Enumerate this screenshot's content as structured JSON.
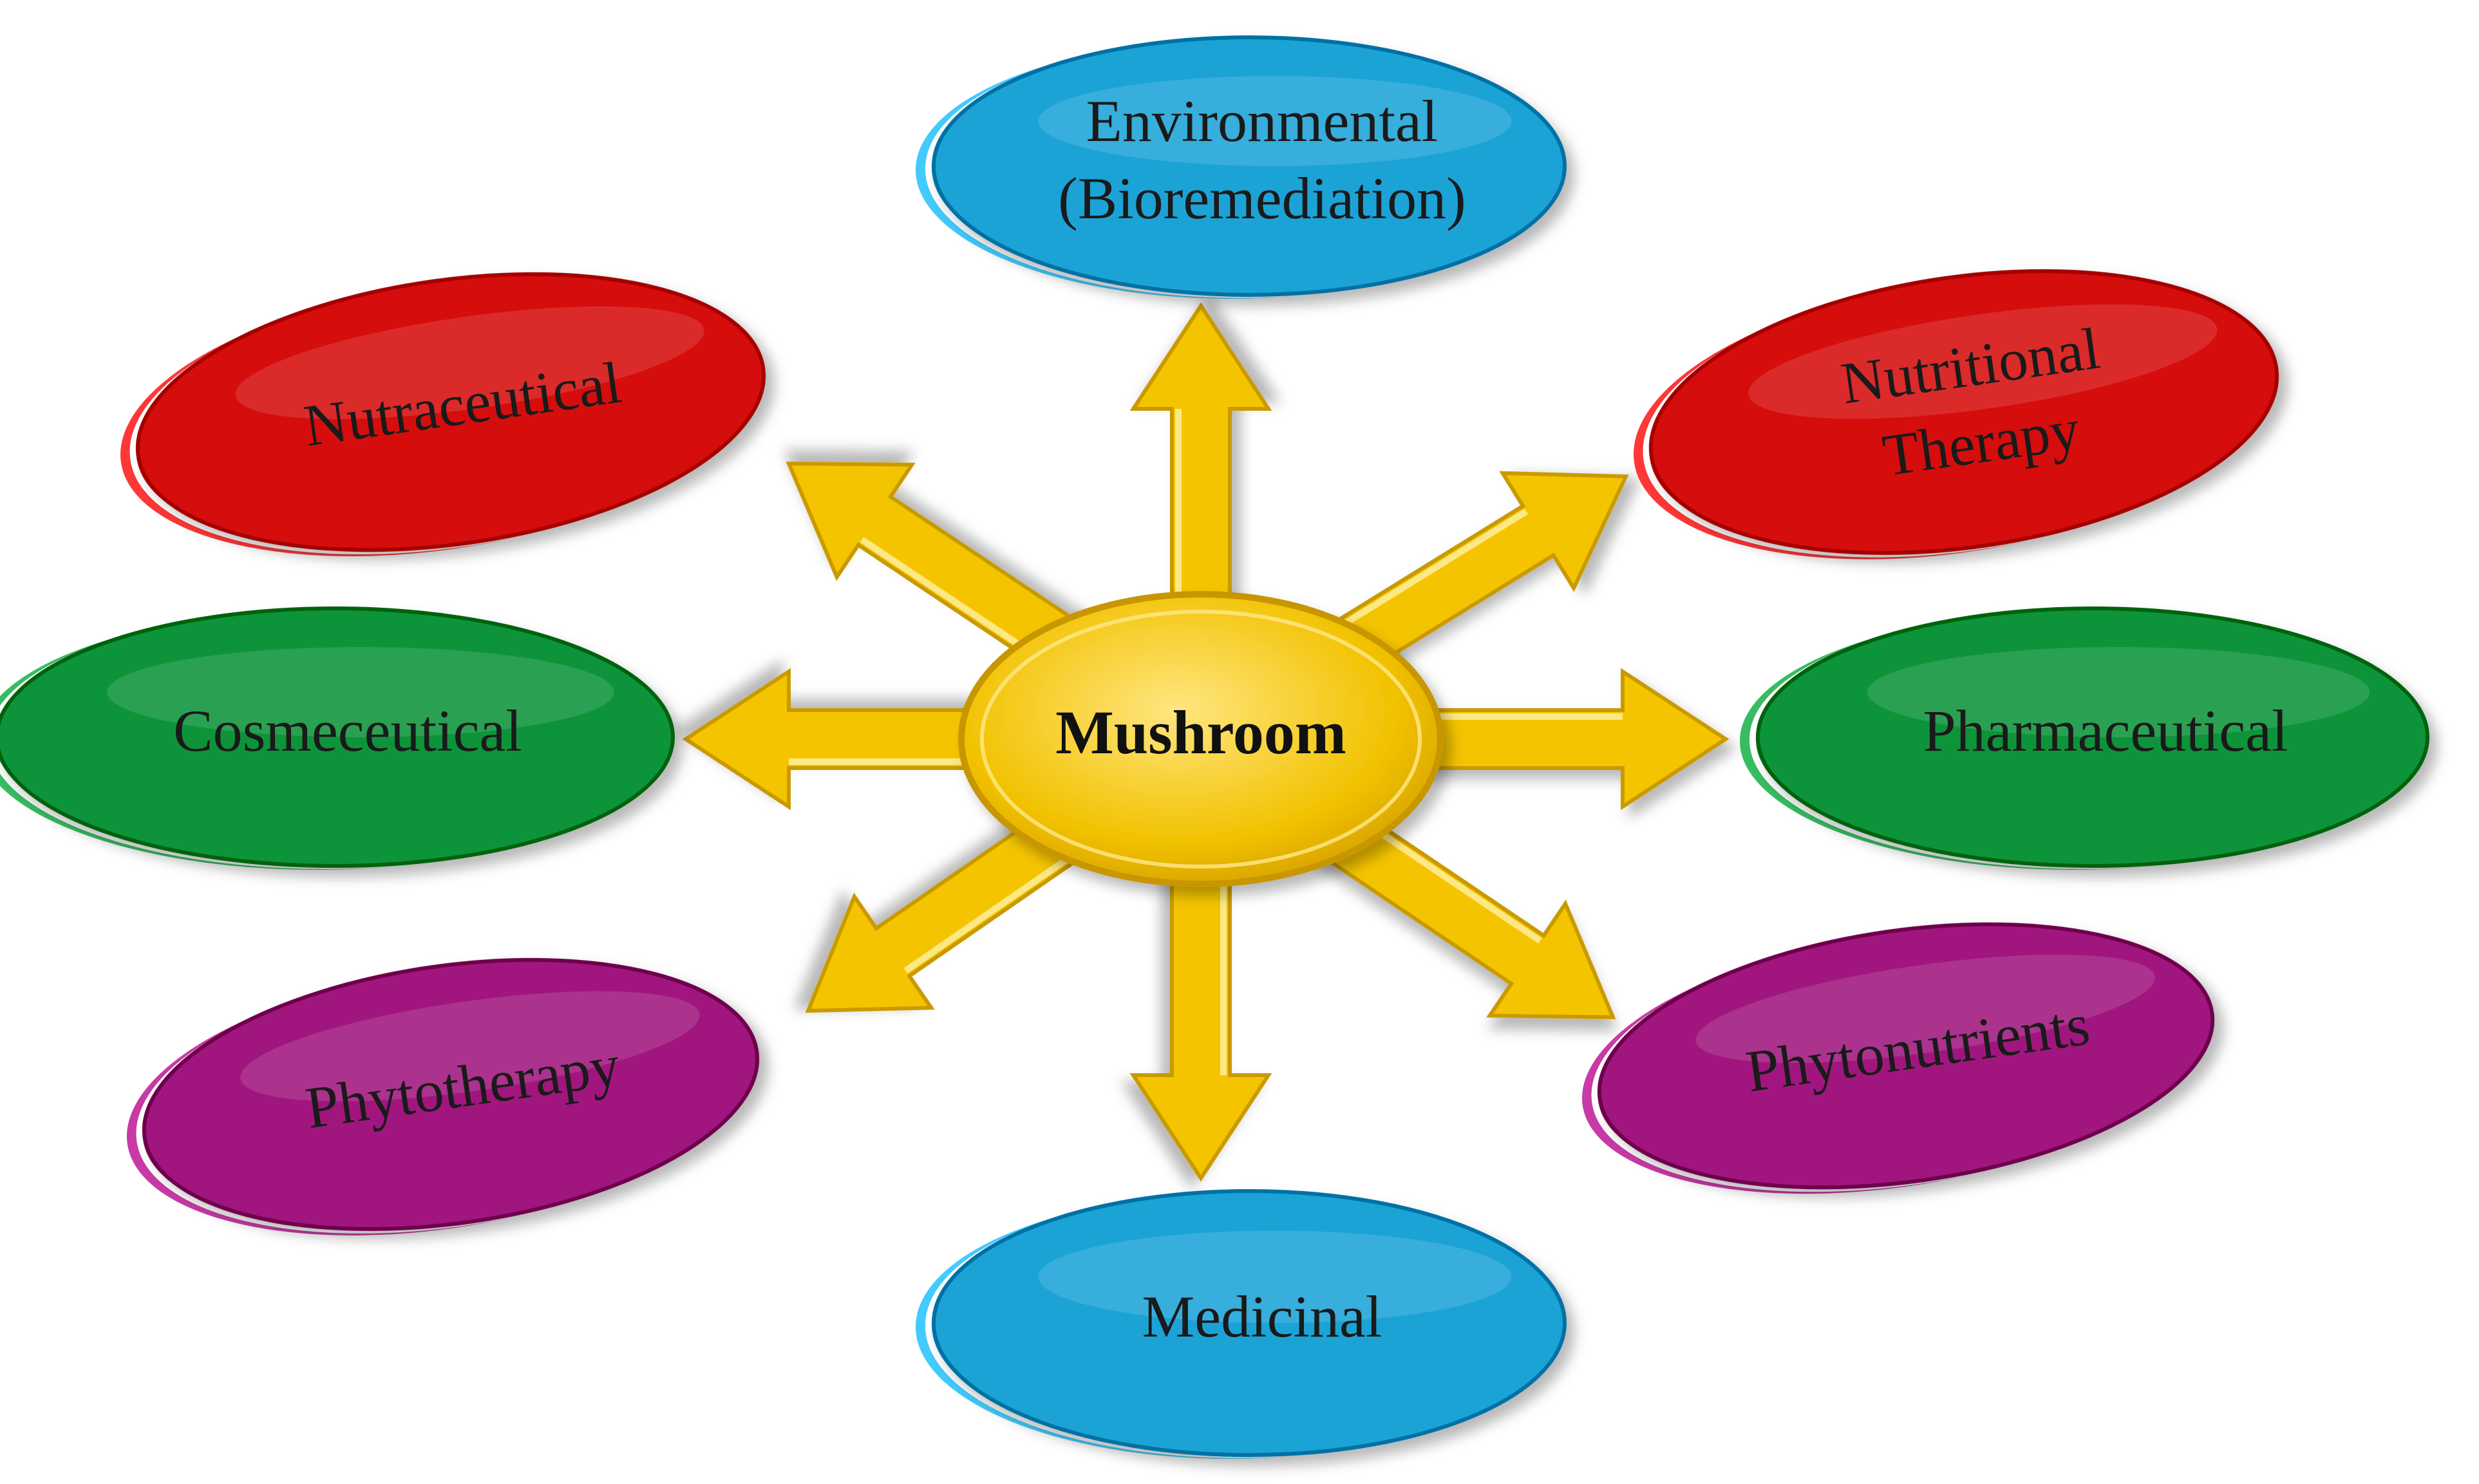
{
  "center": {
    "label": "Mushroom",
    "color": "#f2c200"
  },
  "arrow_color": "#f5c400",
  "nodes": [
    {
      "id": "environmental",
      "lines": [
        "Environmental",
        "(Bioremediation)"
      ],
      "color": "#1aa3d6"
    },
    {
      "id": "nutritional-therapy",
      "lines": [
        "Nutritional",
        "Therapy"
      ],
      "color": "#d60f0f"
    },
    {
      "id": "pharmaceutical",
      "lines": [
        "Pharmaceutical"
      ],
      "color": "#10943a"
    },
    {
      "id": "phytonutrients",
      "lines": [
        "Phytonutrients"
      ],
      "color": "#a0127e"
    },
    {
      "id": "medicinal",
      "lines": [
        "Medicinal"
      ],
      "color": "#1aa3d6"
    },
    {
      "id": "phytotherapy",
      "lines": [
        "Phytotherapy"
      ],
      "color": "#a0127e"
    },
    {
      "id": "cosmeceutical",
      "lines": [
        "Cosmeceutical"
      ],
      "color": "#10943a"
    },
    {
      "id": "nutraceutical",
      "lines": [
        "Nutraceutical"
      ],
      "color": "#d60f0f"
    }
  ]
}
